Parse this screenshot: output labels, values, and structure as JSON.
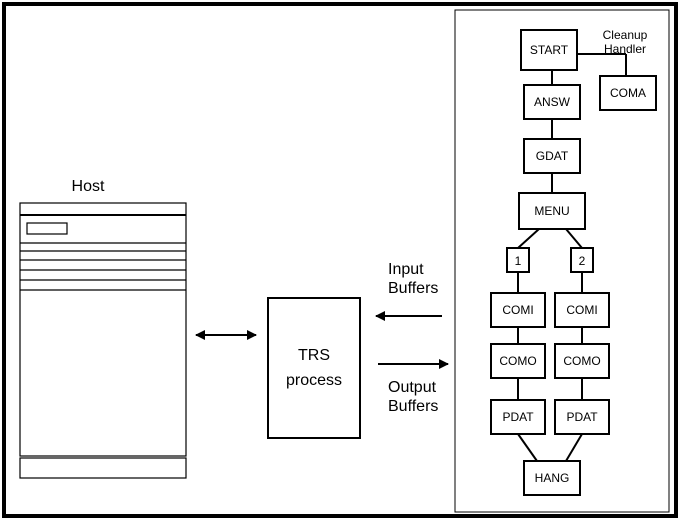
{
  "host": {
    "label": "Host"
  },
  "trs": {
    "line1": "TRS",
    "line2": "process"
  },
  "buffers": {
    "input_line1": "Input",
    "input_line2": "Buffers",
    "output_line1": "Output",
    "output_line2": "Buffers"
  },
  "flow": {
    "start": "START",
    "cleanup_line1": "Cleanup",
    "cleanup_line2": "Handler",
    "coma": "COMA",
    "answ": "ANSW",
    "gdat": "GDAT",
    "menu": "MENU",
    "option1": "1",
    "option2": "2",
    "comi": "COMI",
    "como": "COMO",
    "pdat": "PDAT",
    "hang": "HANG"
  },
  "colors": {
    "line": "#000000",
    "background": "#ffffff"
  }
}
